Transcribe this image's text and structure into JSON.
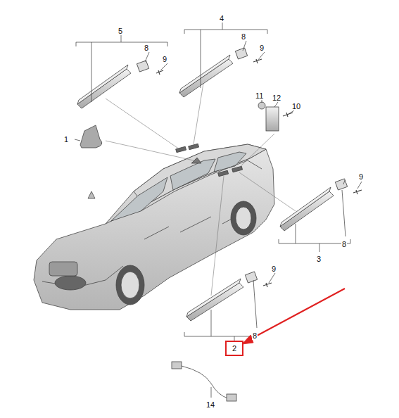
{
  "diagram": {
    "nodes": [
      {
        "text": [
          "2"
        ]
      }
    ],
    "labels": [
      "5",
      "8",
      "9",
      "4",
      "8",
      "9",
      "11",
      "12",
      "10",
      "1",
      "9",
      "8",
      "3",
      "9",
      "8",
      "14"
    ]
  }
}
